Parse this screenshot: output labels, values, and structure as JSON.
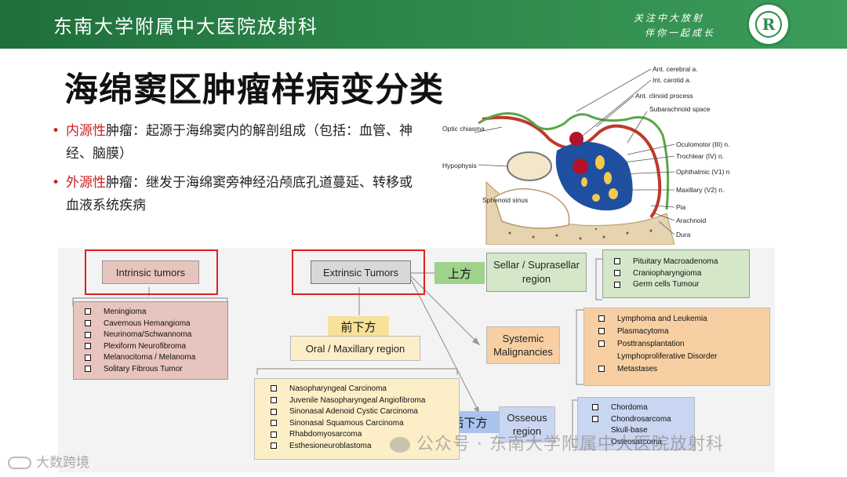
{
  "header": {
    "title": "东南大学附属中大医院放射科",
    "slogan_line1": "关注中大放射",
    "slogan_line2": "伴你一起成长",
    "logo_letter": "R"
  },
  "slide": {
    "title": "海绵窦区肿瘤样病变分类",
    "bullets": [
      {
        "marker": "•",
        "highlight": "内源性",
        "text": "肿瘤：起源于海绵窦内的解剖组成（包括：血管、神经、脑膜）"
      },
      {
        "marker": "•",
        "highlight": "外源性",
        "text": "肿瘤：继发于海绵窦旁神经沿颅底孔道蔓延、转移或血液系统疾病"
      }
    ]
  },
  "anatomy": {
    "left_labels": [
      "Optic chiasma",
      "Hypophysis",
      "Sphenoid sinus"
    ],
    "right_labels": [
      "Ant. cerebral a.",
      "Int. carotid a.",
      "Ant. clinoid process",
      "Subarachnoid space",
      "Oculomotor (III) n.",
      "Trochlear (IV) n.",
      "Ophthalmic (V1) n.",
      "Maxillary (V2) n.",
      "Pia",
      "Arachnoid",
      "Dura"
    ]
  },
  "diagram": {
    "intrinsic_title": "Intrinsic tumors",
    "intrinsic_items": [
      "Meningioma",
      "Cavernous Hemangioma",
      "Neurinoma/Schwannoma",
      "Plexiform Neurofibroma",
      "Melanocitoma / Melanoma",
      "Solitary Fibrous Tumor"
    ],
    "extrinsic_title": "Extrinsic Tumors",
    "tag_up": "上方",
    "tag_front_down": "前下方",
    "tag_back_down": "后下方",
    "sellar_title": "Sellar / Suprasellar region",
    "sellar_items": [
      "Pituitary Macroadenoma",
      "Craniopharyngioma",
      "Germ cells Tumour"
    ],
    "oral_title": "Oral / Maxillary region",
    "oral_items": [
      "Nasopharyngeal Carcinoma",
      "Juvenile Nasopharyngeal Angiofibroma",
      "Sinonasal Adenoid Cystic Carcinoma",
      "Sinonasal Squamous Carcinoma",
      "Rhabdomyosarcoma",
      "Esthesioneuroblastoma"
    ],
    "systemic_title": "Systemic Malignancies",
    "systemic_items": [
      "Lymphoma and Leukemia",
      "Plasmacytoma",
      "Posttransplantation",
      "Lymphoproliferative Disorder",
      "Metastases"
    ],
    "osseous_title": "Osseous region",
    "osseous_items": [
      "Chordoma",
      "Chondrosarcoma",
      "Skull-base",
      "Osteosarcoma"
    ]
  },
  "watermark": {
    "main": "公众号 · 东南大学附属中大医院放射科",
    "corner": "大数跨境"
  },
  "colors": {
    "header_green": "#2e8a4c",
    "intrinsic_fill": "#e7c4bd",
    "sellar_fill": "#d4e8c9",
    "oral_fill": "#fcefc8",
    "systemic_fill": "#f7cfa2",
    "osseous_fill": "#c9d6f2",
    "tag_green": "#9fd28a",
    "tag_yellow": "#f8e29a",
    "tag_blue": "#a8c4ee",
    "highlight_red": "#e02020"
  }
}
